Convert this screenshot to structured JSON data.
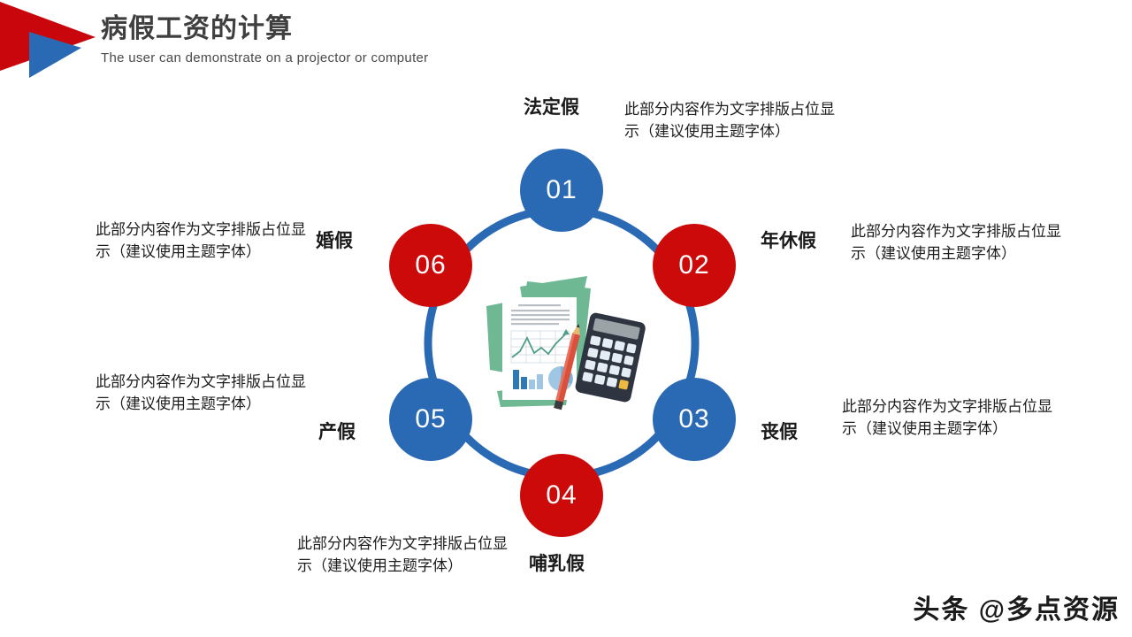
{
  "header": {
    "title": "病假工资的计算",
    "subtitle": "The user can demonstrate on a projector or computer",
    "logo_icon": "arrow-play-logo-icon",
    "logo_red": "#C9060B",
    "logo_blue": "#2A69B4"
  },
  "diagram": {
    "accent_blue": "#2A69B4",
    "accent_red": "#CC0A0A",
    "ring_stroke": "#2A69B4",
    "center_illustration_icon": "finance-report-calculator-icon",
    "nodes": [
      {
        "number": "01",
        "title": "法定假",
        "color": "blue",
        "desc": "此部分内容作为文字排版占位显示（建议使用主题字体）"
      },
      {
        "number": "02",
        "title": "年休假",
        "color": "red",
        "desc": "此部分内容作为文字排版占位显示（建议使用主题字体）"
      },
      {
        "number": "03",
        "title": "丧假",
        "color": "blue",
        "desc": "此部分内容作为文字排版占位显示（建议使用主题字体）"
      },
      {
        "number": "04",
        "title": "哺乳假",
        "color": "red",
        "desc": "此部分内容作为文字排版占位显示（建议使用主题字体）"
      },
      {
        "number": "05",
        "title": "产假",
        "color": "blue",
        "desc": "此部分内容作为文字排版占位显示（建议使用主题字体）"
      },
      {
        "number": "06",
        "title": "婚假",
        "color": "red",
        "desc": "此部分内容作为文字排版占位显示（建议使用主题字体）"
      }
    ]
  },
  "watermark": {
    "text": "头条 @多点资源"
  }
}
